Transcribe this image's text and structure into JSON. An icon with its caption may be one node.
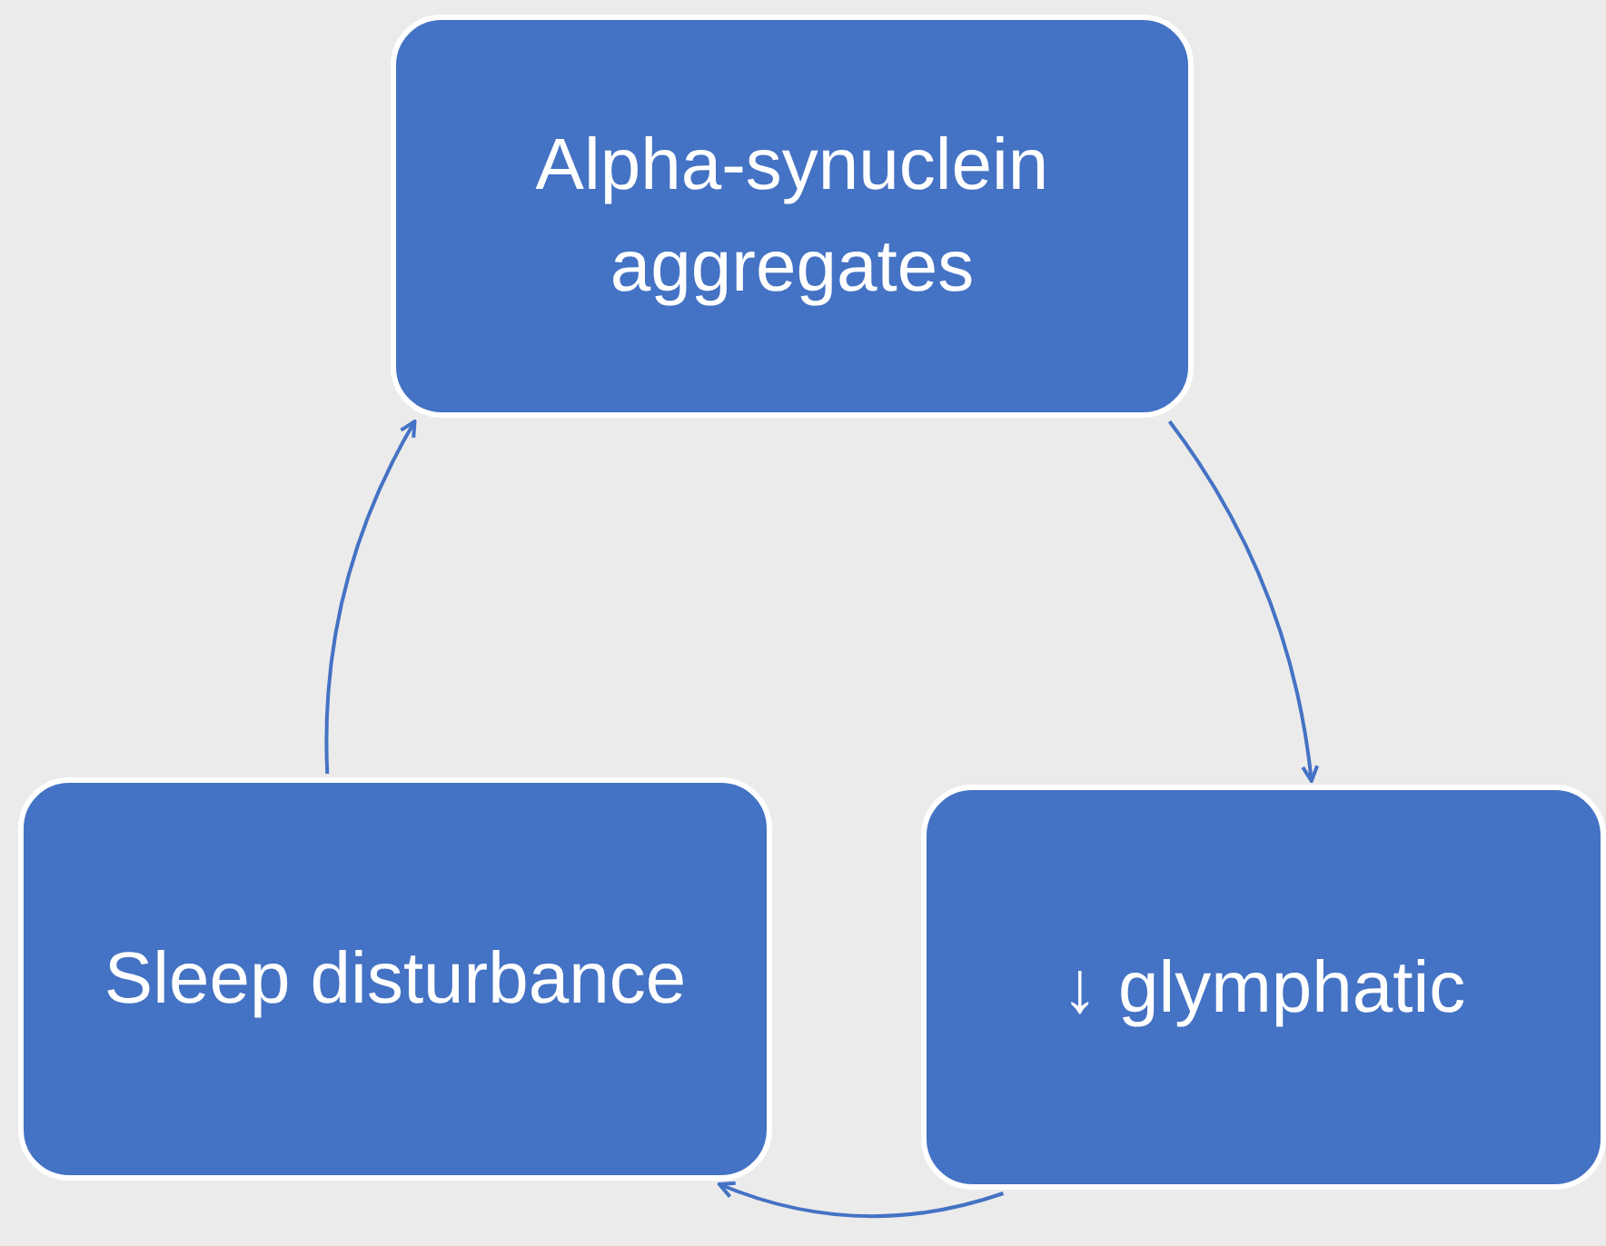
{
  "diagram": {
    "nodes": [
      {
        "text": [
          "Alpha-synuclein aggregates"
        ]
      },
      {
        "text": [
          "↓ glymphatic"
        ]
      },
      {
        "text": [
          "Sleep disturbance"
        ]
      }
    ],
    "edges": [
      {
        "from": 0,
        "to": 1,
        "arrow": "to"
      },
      {
        "from": 1,
        "to": 2,
        "arrow": "to"
      },
      {
        "from": 2,
        "to": 0,
        "arrow": "to"
      }
    ]
  }
}
